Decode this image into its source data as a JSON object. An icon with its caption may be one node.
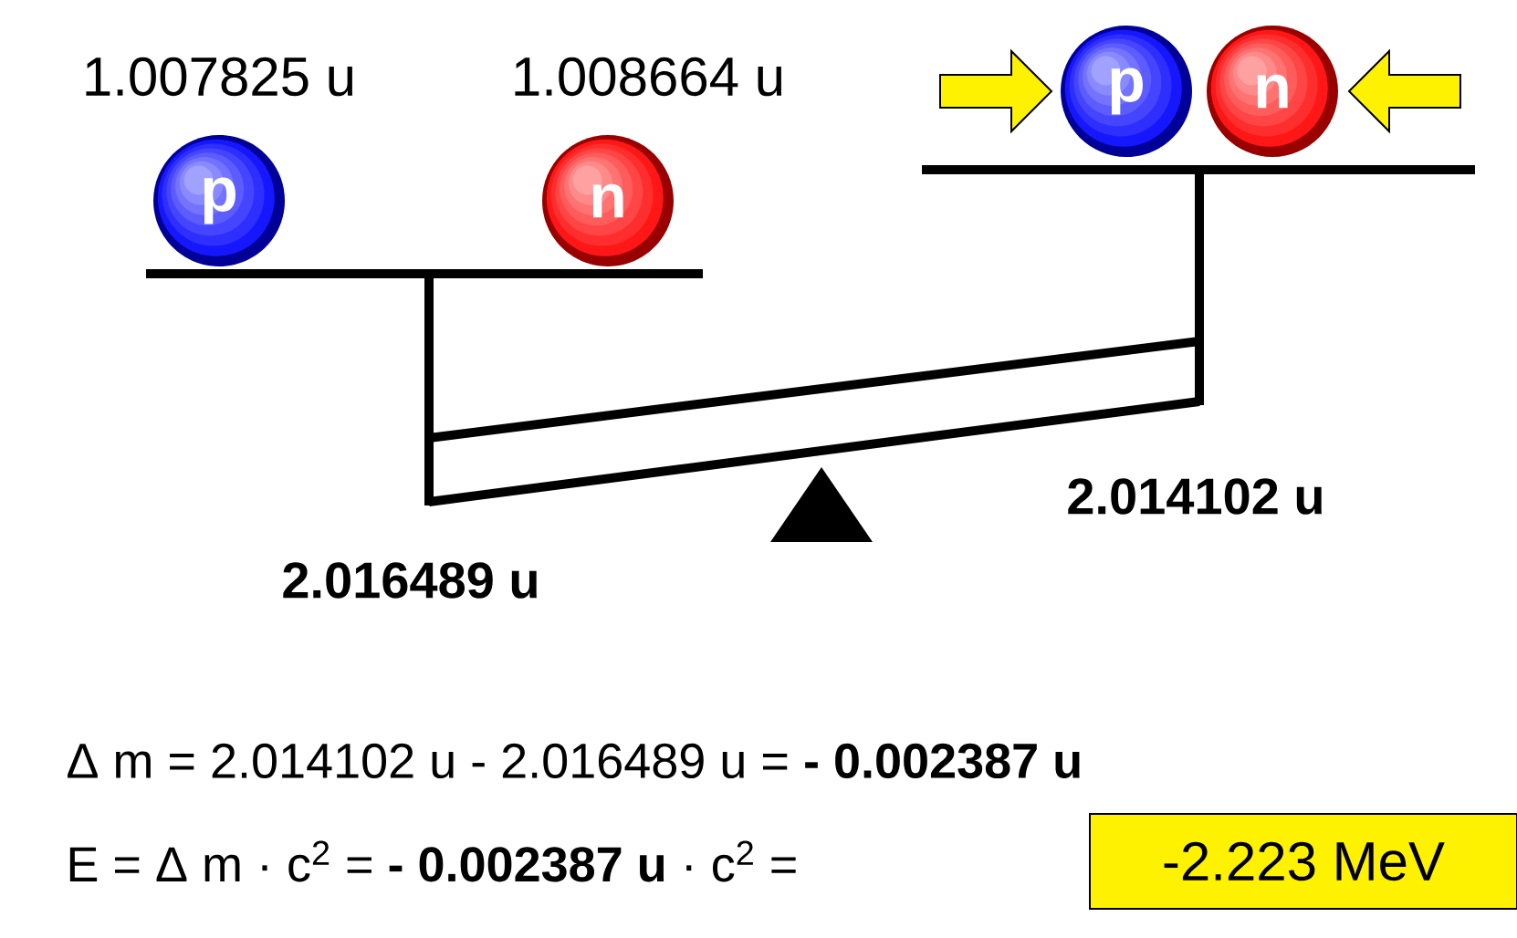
{
  "diagram": {
    "nodes": [
      {
        "text": [
          "p"
        ],
        "beside": [
          "1.007825 u"
        ]
      },
      {
        "text": [
          "n"
        ],
        "beside": [
          "1.008664 u"
        ]
      },
      {
        "text": [
          "p"
        ]
      },
      {
        "text": [
          "n"
        ]
      },
      {
        "text": [
          "-2.223 MeV"
        ]
      }
    ],
    "labels": [
      "2.016489 u",
      "2.014102 u",
      "Δ m = 2.014102 u - 2.016489 u = **- 0.002387 u**",
      "E = Δ m · c$^{2}$ = **- 0.002387 u** · c$^{2}$ ="
    ]
  }
}
